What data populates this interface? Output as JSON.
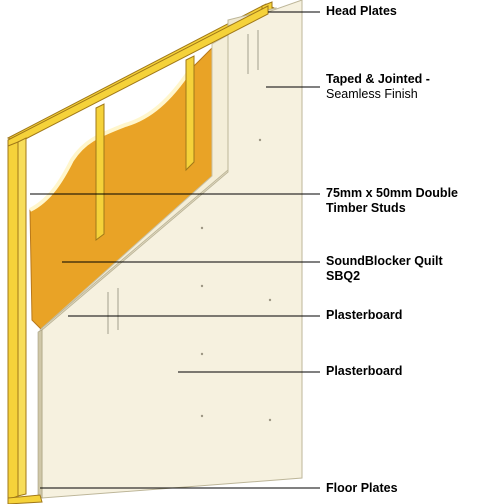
{
  "labels": {
    "head_plates": "Head Plates",
    "taped_line1": "Taped & Jointed -",
    "taped_line2": "Seamless Finish",
    "studs_line1": "75mm x 50mm Double",
    "studs_line2": "Timber Studs",
    "quilt_line1": "SoundBlocker Quilt",
    "quilt_line2": "SBQ2",
    "plasterboard_inner": "Plasterboard",
    "plasterboard_outer": "Plasterboard",
    "floor_plates": "Floor Plates"
  },
  "colors": {
    "timber": "#f5d23a",
    "timber_edge": "#a07818",
    "quilt": "#e9a326",
    "board": "#f4eed8",
    "board_edge": "#c9c2a6",
    "leader": "#000000"
  }
}
